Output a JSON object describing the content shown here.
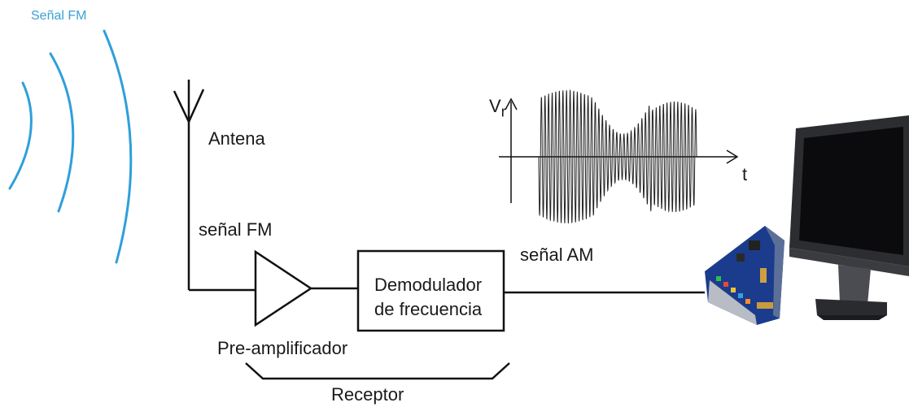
{
  "title": "Señal FM",
  "labels": {
    "antenna": "Antena",
    "fm_signal": "señal FM",
    "preamp": "Pre-amplificador",
    "demod_line1": "Demodulador",
    "demod_line2": "de frecuencia",
    "receiver": "Receptor",
    "am_signal": "señal AM",
    "axis_v": "V",
    "axis_v_sub": "r",
    "axis_t": "t"
  },
  "icons": [
    "radio-wave-icon",
    "antenna-icon",
    "amplifier-triangle-icon",
    "sound-card-icon",
    "monitor-icon"
  ],
  "colors": {
    "wave": "#2f9fdb",
    "title": "#3aa0d6",
    "line": "#111111"
  }
}
